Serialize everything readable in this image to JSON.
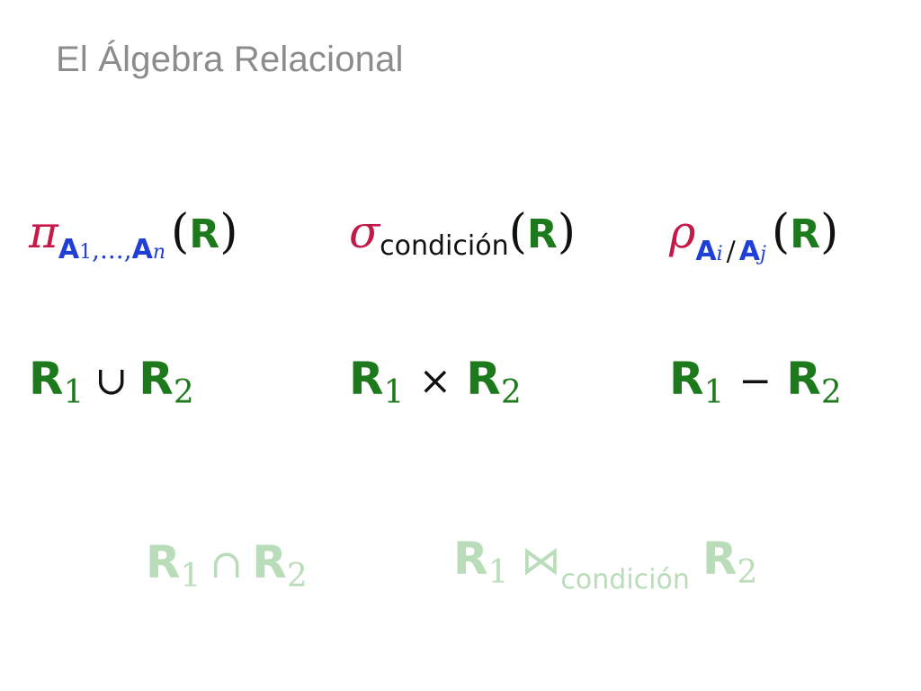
{
  "slide": {
    "title": "El Álgebra Relacional"
  },
  "colors": {
    "title": "#8c8c8c",
    "relation": "#1c7a1c",
    "attribute": "#1f3fd6",
    "operator_pi_rho": "#c41a4a",
    "operator_sigma": "#c41a4a",
    "faded": "#b9dcb9"
  },
  "projection": {
    "operator": "π",
    "attr1": "A",
    "attr1_index": "1",
    "ellipsis": ",...,",
    "attrn": "A",
    "attrn_index": "n",
    "open_paren": "(",
    "relation": "R",
    "close_paren": ")"
  },
  "selection": {
    "operator": "σ",
    "condition": "condición",
    "open_paren": "(",
    "relation": "R",
    "close_paren": ")"
  },
  "rename": {
    "operator": "ρ",
    "attr_i": "A",
    "attr_i_index": "i",
    "slash": "/",
    "attr_j": "A",
    "attr_j_index": "j",
    "open_paren": "(",
    "relation": "R",
    "close_paren": ")"
  },
  "union": {
    "left": "R",
    "left_index": "1",
    "operator": "∪",
    "right": "R",
    "right_index": "2"
  },
  "product": {
    "left": "R",
    "left_index": "1",
    "operator": "×",
    "right": "R",
    "right_index": "2"
  },
  "difference": {
    "left": "R",
    "left_index": "1",
    "operator": "−",
    "right": "R",
    "right_index": "2"
  },
  "intersection": {
    "left": "R",
    "left_index": "1",
    "operator": "∩",
    "right": "R",
    "right_index": "2"
  },
  "join": {
    "left": "R",
    "left_index": "1",
    "operator": "⋈",
    "condition": "condición",
    "right": "R",
    "right_index": "2"
  }
}
